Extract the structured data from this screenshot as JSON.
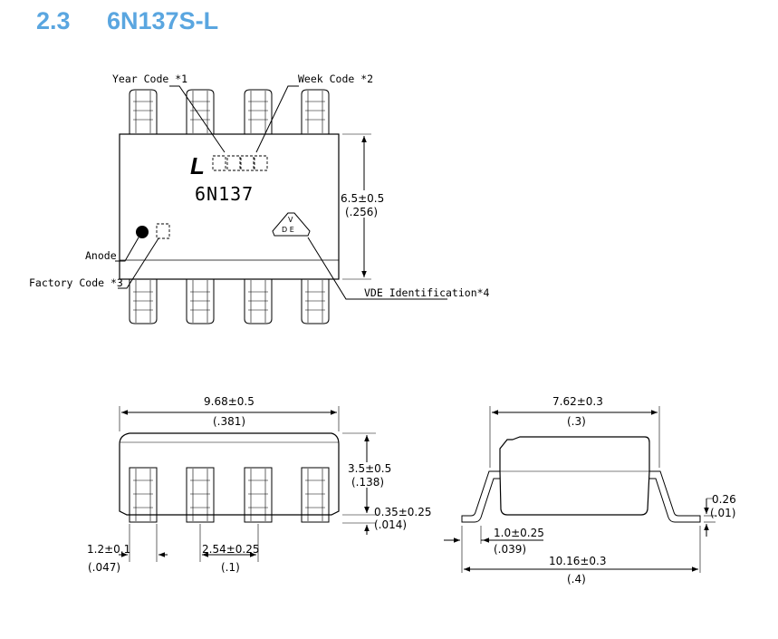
{
  "heading": {
    "section": "2.3",
    "title": "6N137S-L"
  },
  "top_view": {
    "year_code_label": "Year Code *1",
    "week_code_label": "Week Code *2",
    "anode_label": "Anode",
    "factory_code_label": "Factory Code *3",
    "vde_label": "VDE Identification*4",
    "logo_letter": "L",
    "part_marking": "6N137",
    "vde_v": "V",
    "vde_de": "D E",
    "height_dim": "6.5±0.5",
    "height_dim_inch": "(.256)"
  },
  "side_view": {
    "length_dim": "9.68±0.5",
    "length_dim_inch": "(.381)",
    "body_height_dim": "3.5±0.5",
    "body_height_dim_inch": "(.138)",
    "standoff_dim": "0.35±0.25",
    "standoff_dim_inch": "(.014)",
    "lead_width_dim": "1.2±0.1",
    "lead_width_dim_inch": "(.047)",
    "pitch_dim": "2.54±0.25",
    "pitch_dim_inch": "(.1)"
  },
  "end_view": {
    "body_width_dim": "7.62±0.3",
    "body_width_dim_inch": "(.3)",
    "lead_thickness_dim": "0.26",
    "lead_thickness_dim_inch": "(.01)",
    "foot_length_dim": "1.0±0.25",
    "foot_length_dim_inch": "(.039)",
    "overall_width_dim": "10.16±0.3",
    "overall_width_dim_inch": "(.4)"
  }
}
